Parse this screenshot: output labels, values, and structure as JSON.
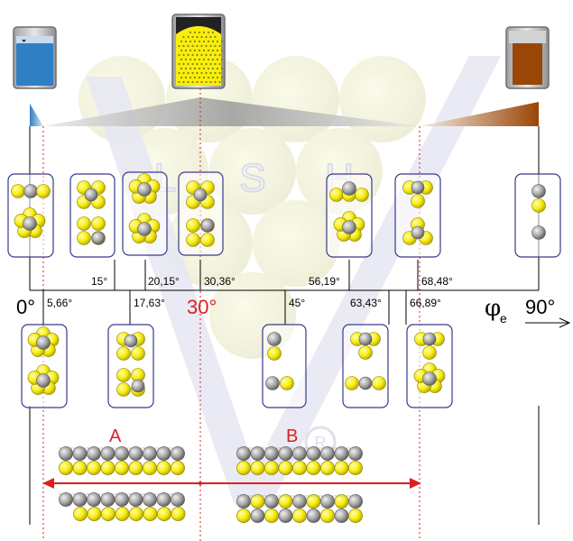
{
  "colors": {
    "yellow": "#f7ee10",
    "gray": "#a8a8a8",
    "frame": "#3a3a8a",
    "red": "#dd1f1f",
    "blue_liquid": "#2f7fc4",
    "brown_liquid": "#9a4606",
    "watermark": "#dcdcec"
  },
  "watermark": {
    "letters": [
      "L",
      "S",
      "H"
    ],
    "logo_icon": "lsh-watermark-icon"
  },
  "axis": {
    "start_label": "0°",
    "mid_label": "30°",
    "end_label": "90°",
    "phi_symbol": "φ",
    "phi_subscript": "e",
    "tick_labels_above": [
      "15°",
      "20,15°",
      "30,36°",
      "56,19°",
      "68,48°"
    ],
    "tick_labels_below": [
      "5,66°",
      "17,63°",
      "45°",
      "63,43°",
      "66,89°"
    ]
  },
  "regions": {
    "a_label": "A",
    "b_label": "B"
  },
  "icons": {
    "beaker_left": "blue-liquid-beaker-icon",
    "beaker_middle": "yellow-spheres-beaker-icon",
    "beaker_right": "brown-liquid-beaker-icon"
  }
}
